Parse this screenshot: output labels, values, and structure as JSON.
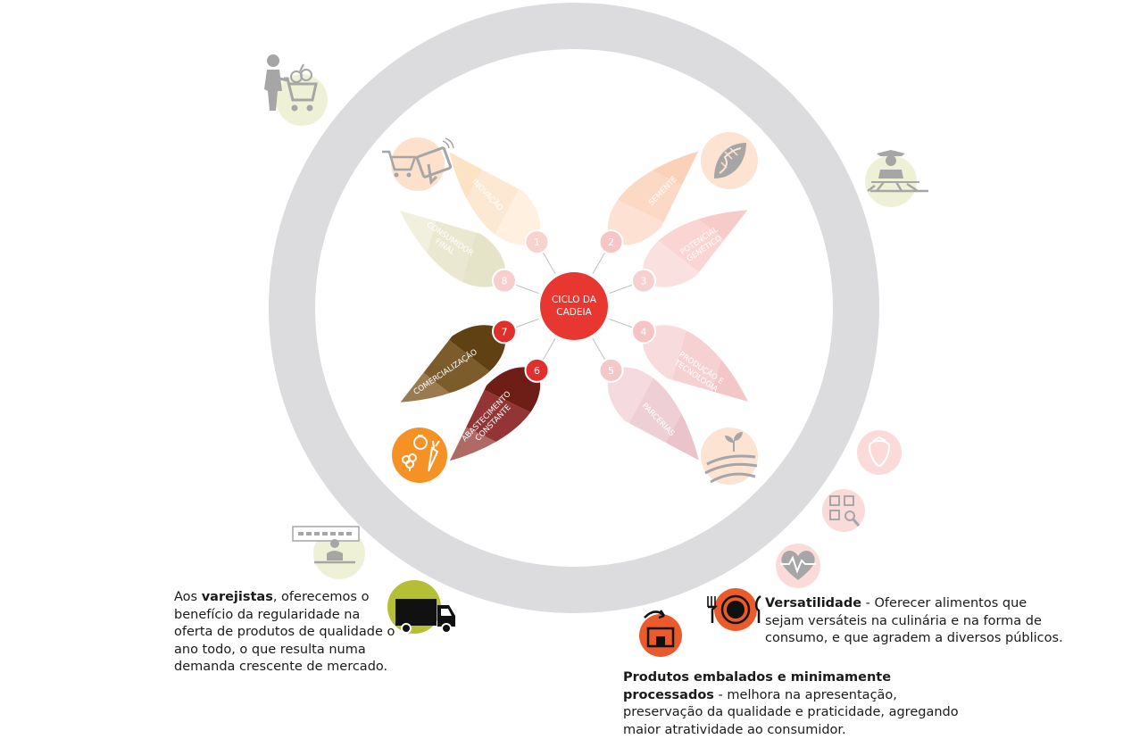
{
  "center": {
    "line1": "CICLO DA",
    "line2": "CADEIA"
  },
  "petals": [
    {
      "num": "1",
      "lines": [
        "INOVAÇÃO"
      ],
      "colors": [
        "#fff0e0",
        "#fde9d3",
        "#fbe3c4"
      ],
      "badge": "#f8d2cf",
      "rot": -30,
      "text_x": -4,
      "text_y": 0
    },
    {
      "num": "2",
      "lines": [
        "SEMENTE"
      ],
      "colors": [
        "#fde2d4",
        "#fcd9c5",
        "#fbd1b7"
      ],
      "badge": "#f6c6c4",
      "rot": 30,
      "text_x": 2,
      "text_y": -8
    },
    {
      "num": "3",
      "lines": [
        "POTENCIAL",
        "GENÉTICO"
      ],
      "colors": [
        "#fbe0e0",
        "#fad5d4",
        "#f8cbcb"
      ],
      "badge": "#f7d0d0",
      "rot": 70,
      "text_x": 4,
      "text_y": 0
    },
    {
      "num": "4",
      "lines": [
        "PRODUÇÃO E",
        "TECNOLOGIA"
      ],
      "colors": [
        "#f8dbdc",
        "#f6d1d2",
        "#f3c6c8"
      ],
      "badge": "#f5c4c5",
      "rot": 110,
      "text_x": 4,
      "text_y": 0
    },
    {
      "num": "5",
      "lines": [
        "PARCERIAS"
      ],
      "colors": [
        "#f5dadf",
        "#efcfd6",
        "#eac3cb"
      ],
      "badge": "#f4c8c8",
      "rot": 150,
      "text_x": 0,
      "text_y": 0
    },
    {
      "num": "6",
      "lines": [
        "ABASTECIMENTO",
        "CONSTANTE"
      ],
      "colors": [
        "#6e1e16",
        "#943535",
        "#b06a66"
      ],
      "badge": "#e0302d",
      "rot": -150,
      "text_x": 0,
      "text_y": 0
    },
    {
      "num": "7",
      "lines": [
        "COMERCIALIZAÇÃO"
      ],
      "colors": [
        "#5f4113",
        "#7d5c2c",
        "#9a7a4f"
      ],
      "badge": "#e0302d",
      "rot": -110,
      "text_x": 0,
      "text_y": -6
    },
    {
      "num": "8",
      "lines": [
        "CONSUMIDOR",
        "FINAL"
      ],
      "colors": [
        "#e6e4c8",
        "#ebe8d1",
        "#f1efde"
      ],
      "badge": "#f6cece",
      "rot": -70,
      "text_x": 0,
      "text_y": 0
    }
  ],
  "icons": [
    {
      "name": "shopper-cart-icon",
      "bg": "#eef1d5"
    },
    {
      "name": "tablet-shopping-icon",
      "bg": "#fde1cc"
    },
    {
      "name": "dna-seed-icon",
      "bg": "#fce3d2"
    },
    {
      "name": "farmer-field-icon",
      "bg": "#eef1d5"
    },
    {
      "name": "vegetables-icon",
      "bg": "#f59125"
    },
    {
      "name": "crop-field-icon",
      "bg": "#fce3d2"
    },
    {
      "name": "strawberry-icon",
      "bg": "#fbdada"
    },
    {
      "name": "qr-code-icon",
      "bg": "#fbdada"
    },
    {
      "name": "heart-health-icon",
      "bg": "#fbdada"
    },
    {
      "name": "retail-store-icon",
      "bg": "#eef1d5"
    },
    {
      "name": "delivery-truck-icon",
      "bg": "#b4bf36"
    },
    {
      "name": "packaged-product-icon",
      "bg": "#ea5a2b"
    },
    {
      "name": "plate-cutlery-icon",
      "bg": "#ea5a2b"
    }
  ],
  "texts": {
    "varejistas": {
      "pre": "Aos ",
      "bold": "varejistas",
      "post": ", oferecemos o benefício da regularidade na oferta de produtos de qualidade o ano todo, o que resulta numa demanda crescente de mercado."
    },
    "versatilidade": {
      "bold": "Versatilidade",
      "post": " - Oferecer alimentos que sejam versáteis na culinária e na forma de consumo, e que agradem a diversos públicos."
    },
    "produtos": {
      "bold": "Produtos embalados e minimamente processados",
      "post": " - melhora na apresentação, preservação da qualidade e praticidade, agregando maior atratividade ao consumidor."
    }
  },
  "colors": {
    "ring": "#dcdcde",
    "center": "#e83631",
    "connector": "#bfbfbf"
  }
}
